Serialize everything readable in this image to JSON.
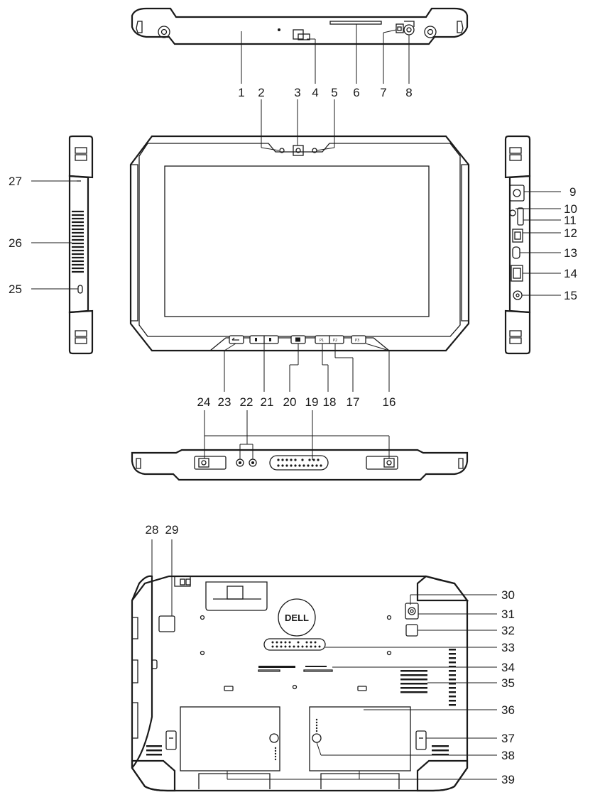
{
  "callouts": [
    "1",
    "2",
    "3",
    "4",
    "5",
    "6",
    "7",
    "8",
    "9",
    "10",
    "11",
    "12",
    "13",
    "14",
    "15",
    "16",
    "17",
    "18",
    "19",
    "20",
    "21",
    "22",
    "23",
    "24",
    "25",
    "26",
    "27",
    "28",
    "29",
    "30",
    "31",
    "32",
    "33",
    "34",
    "35",
    "36",
    "37",
    "38",
    "39"
  ],
  "key_labels": {
    "p1": "P1",
    "p2": "P2",
    "p3": "P3"
  },
  "brand_logo_text": "DELL"
}
